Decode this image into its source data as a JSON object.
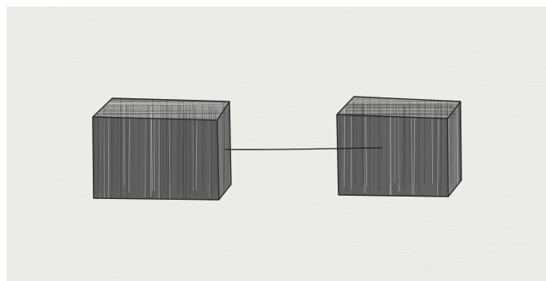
{
  "scene": {
    "subject": "pencil-drawing",
    "colors": {
      "paper": "#ebebe8",
      "paper_grain": "#dcdcd8",
      "box_front": "#5f5f5f",
      "box_top": "#9a9a98",
      "box_side": "#777777",
      "pencil_stroke": "#2a2a2a",
      "hatch_dark": "#3a3a3a",
      "hatch_light": "#c9c9c6"
    },
    "shapes": [
      {
        "name": "left-box",
        "kind": "cuboid"
      },
      {
        "name": "right-box",
        "kind": "cuboid"
      },
      {
        "name": "connecting-line",
        "kind": "line"
      }
    ]
  }
}
